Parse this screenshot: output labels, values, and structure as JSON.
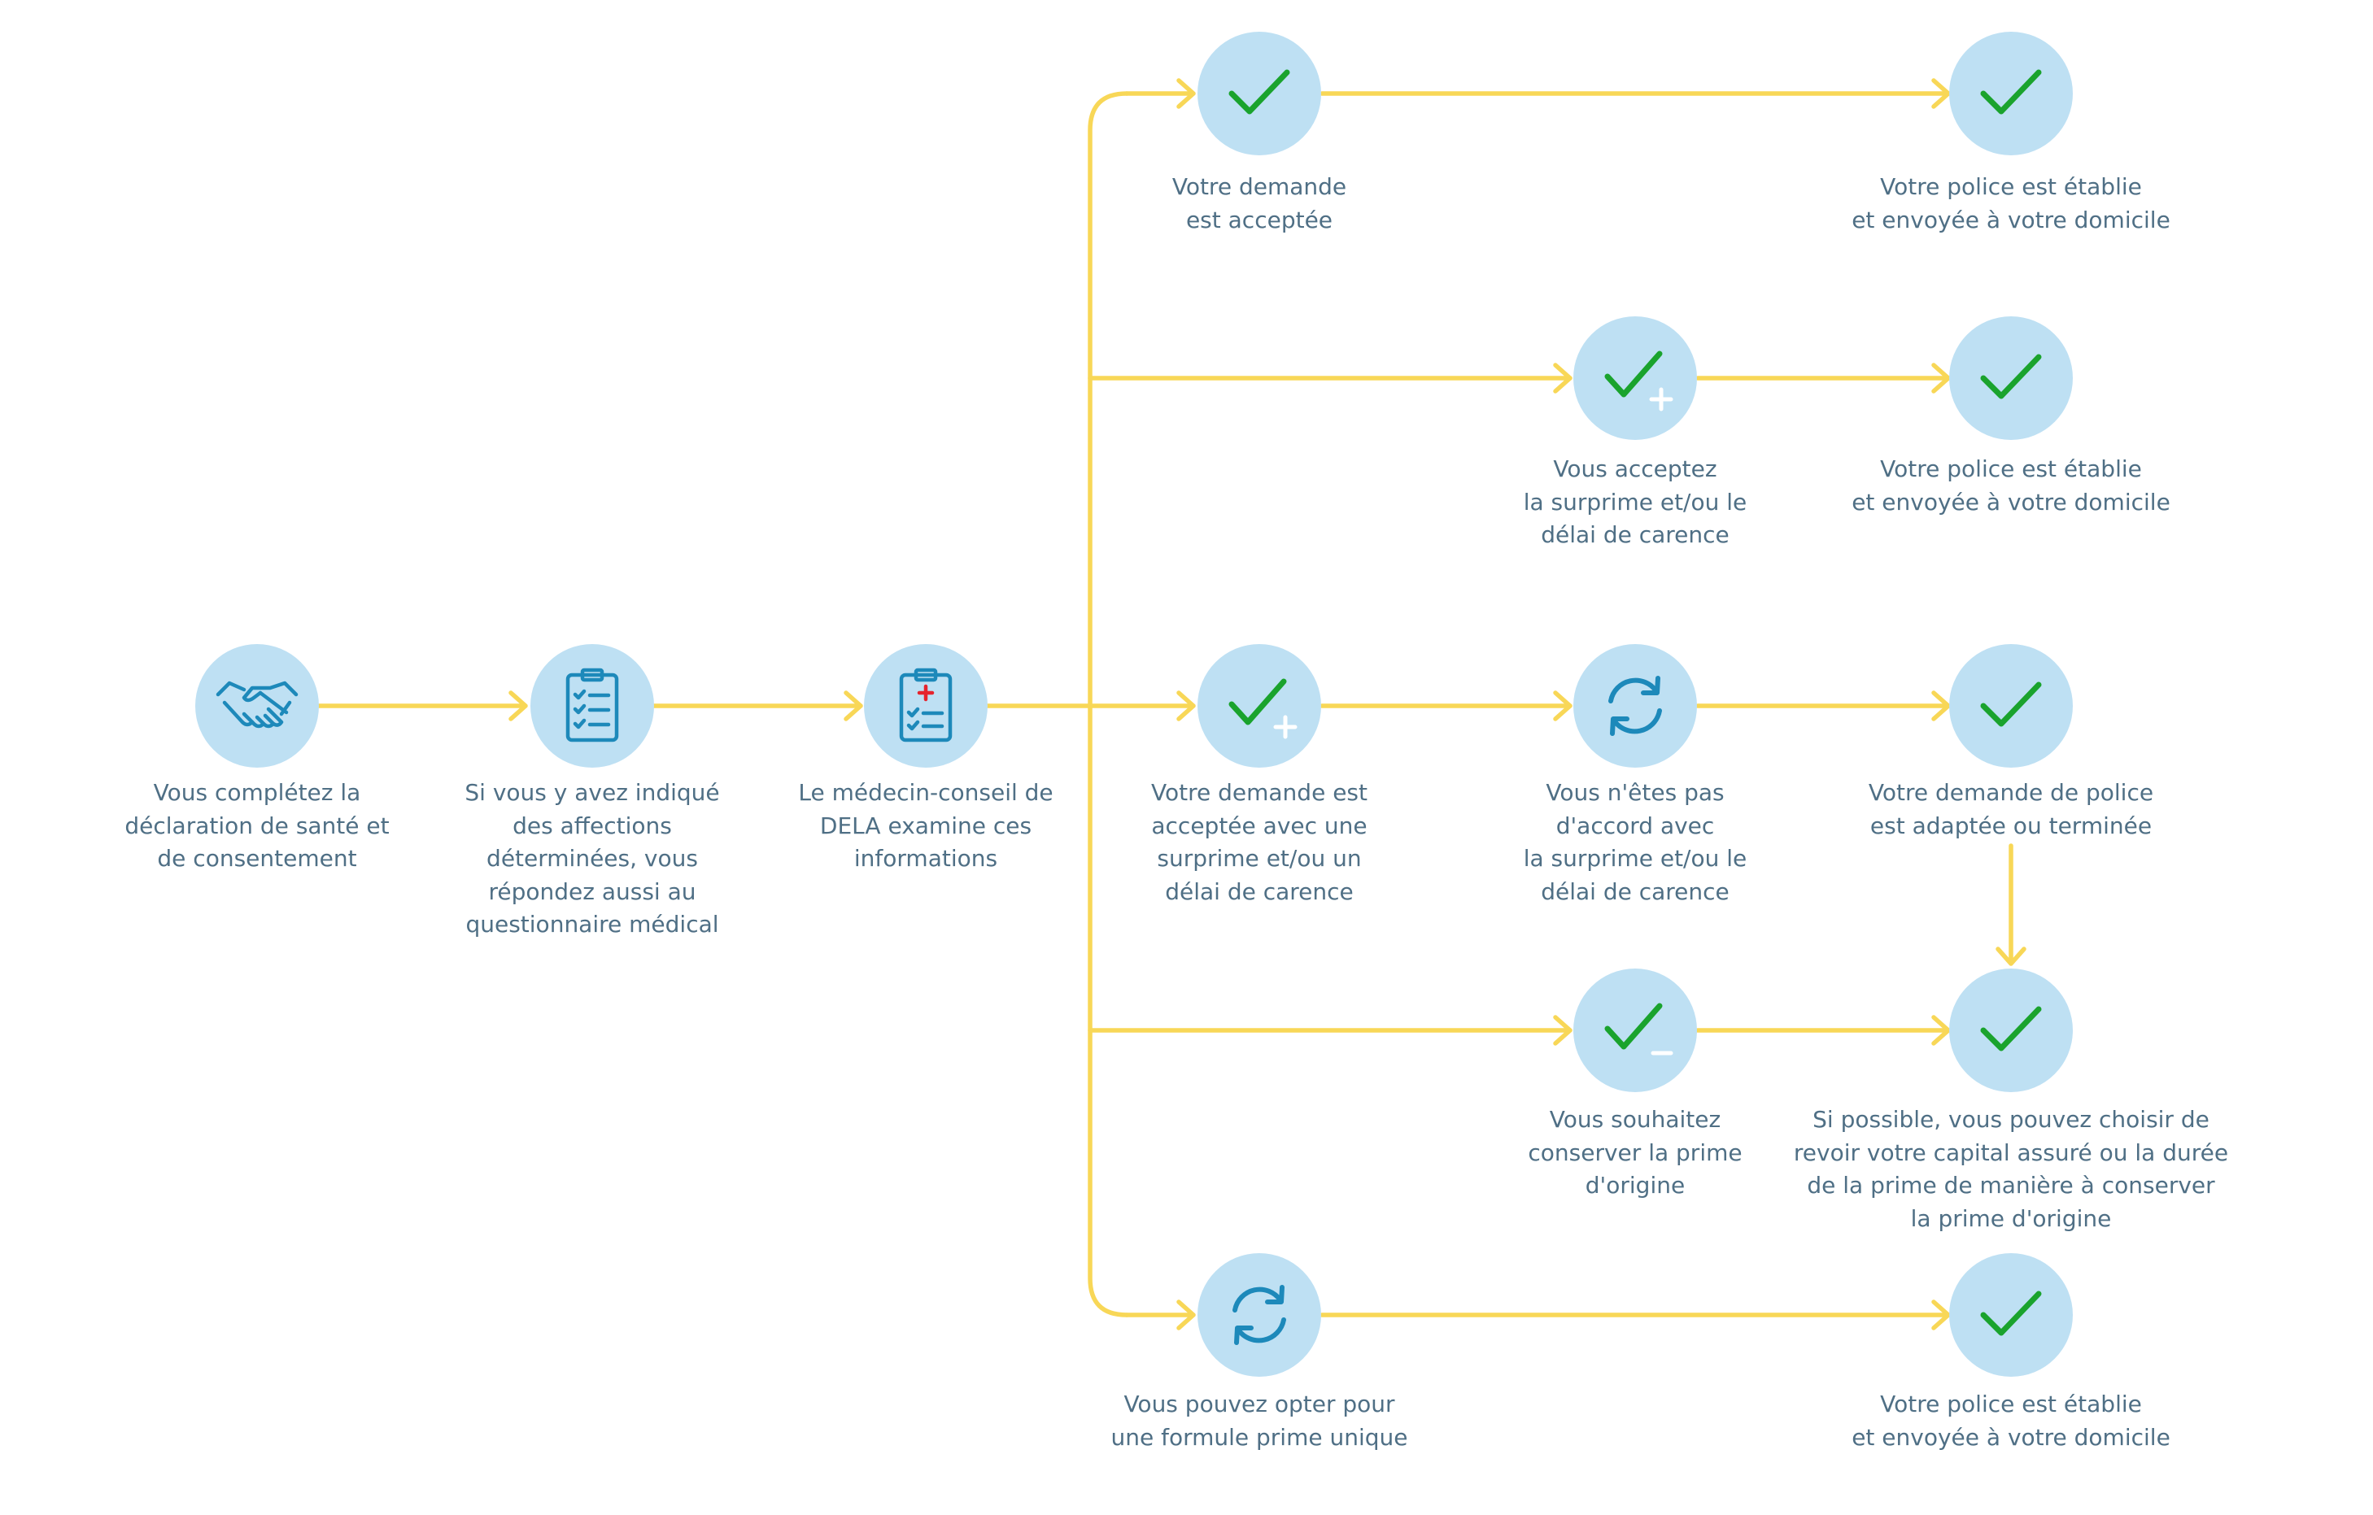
{
  "colors": {
    "arrow": "#F8D757",
    "circle": "#BEE0F3",
    "check": "#1AA32D",
    "icon": "#1D89BA",
    "cross": "#E5242D",
    "text": "#4F6F85"
  },
  "steps": [
    {
      "id": "s1",
      "icon": "handshake-icon",
      "label": "Vous complétez la\ndéclaration de santé et\nde consentement"
    },
    {
      "id": "s2",
      "icon": "clipboard-checklist-icon",
      "label": "Si vous y avez indiqué\ndes affections\ndéterminées, vous\nrépondez aussi au\nquestionnaire médical"
    },
    {
      "id": "s3",
      "icon": "medical-clipboard-icon",
      "label": "Le médecin-conseil de\nDELA examine ces\ninformations"
    },
    {
      "id": "a1",
      "icon": "check-icon",
      "label": "Votre demande\nest acceptée"
    },
    {
      "id": "a2",
      "icon": "check-icon",
      "label": "Votre police est établie\net envoyée à votre domicile"
    },
    {
      "id": "b1",
      "icon": "check-plus-icon",
      "label": "Vous acceptez\nla surprime et/ou le\ndélai de carence"
    },
    {
      "id": "b2",
      "icon": "check-icon",
      "label": "Votre police est établie\net envoyée à votre domicile"
    },
    {
      "id": "c1",
      "icon": "check-plus-icon",
      "label": "Votre demande est\nacceptée avec une\nsurprime et/ou un\ndélai de carence"
    },
    {
      "id": "c2",
      "icon": "refresh-icon",
      "label": "Vous n'êtes pas\nd'accord avec\nla surprime et/ou le\ndélai de carence"
    },
    {
      "id": "c3",
      "icon": "check-icon",
      "label": "Votre demande de police\nest adaptée ou terminée"
    },
    {
      "id": "d1",
      "icon": "check-minus-icon",
      "label": "Vous souhaitez\nconserver la prime\nd'origine"
    },
    {
      "id": "d2",
      "icon": "check-icon",
      "label": "Si possible, vous pouvez choisir de\nrevoir votre capital assuré ou la durée\nde la prime de manière à conserver\nla prime d'origine"
    },
    {
      "id": "e1",
      "icon": "refresh-icon",
      "label": "Vous pouvez opter pour\nune formule prime unique"
    },
    {
      "id": "e2",
      "icon": "check-icon",
      "label": "Votre police est établie\net envoyée à votre domicile"
    }
  ]
}
